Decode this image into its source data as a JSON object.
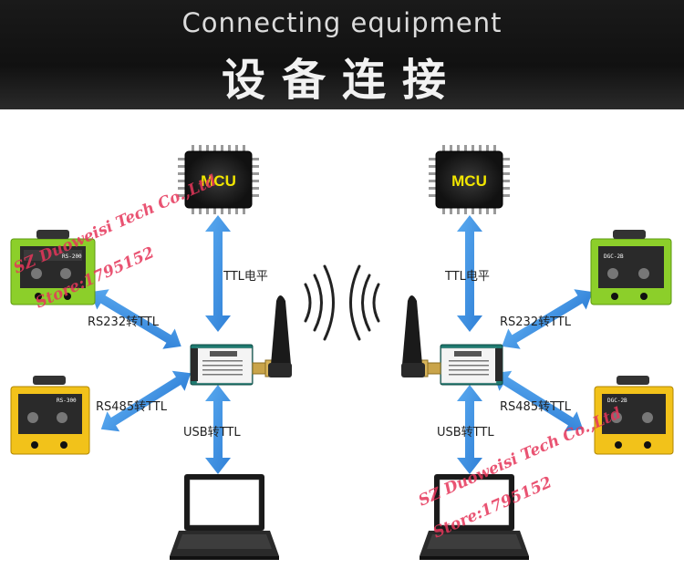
{
  "header": {
    "title_en": "Connecting equipment",
    "title_cn": "设备连接"
  },
  "modules": {
    "mcu_label": "MCU"
  },
  "connections": {
    "ttl": "TTL电平",
    "rs232": "RS232转TTL",
    "rs485": "RS485转TTL",
    "usb": "USB转TTL"
  },
  "devices": {
    "left_green": "RS-200",
    "left_yellow": "RS-300",
    "right_green": "DGC-2B",
    "right_yellow": "DGC-2B"
  },
  "watermark": {
    "line1": "SZ Duoweisi Tech Co.,Ltd",
    "line2": "Store:1795152"
  },
  "colors": {
    "arrow": "#3a8fe0",
    "header_bg": "#141414",
    "mcu_text": "#f2e600",
    "device_green": "#8ccf2a",
    "device_yellow": "#f2c21a",
    "watermark": "#e6365a"
  }
}
